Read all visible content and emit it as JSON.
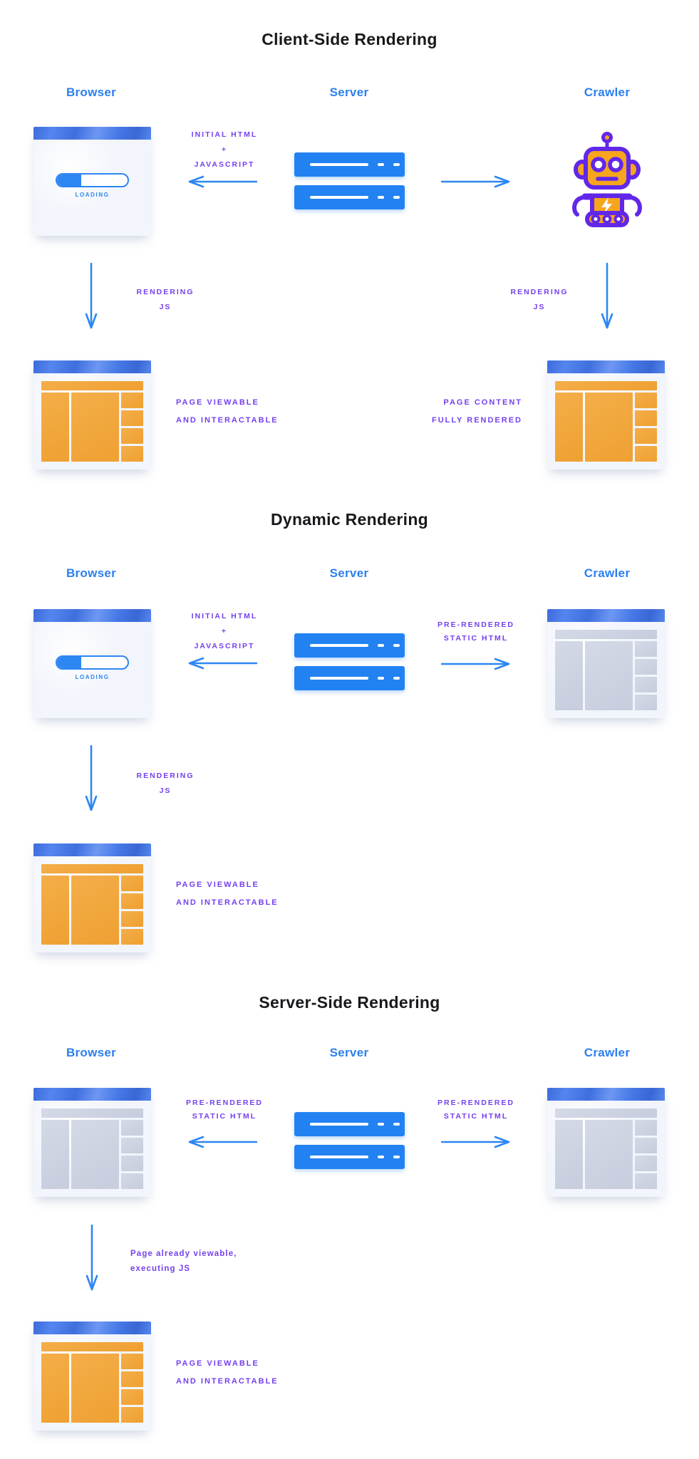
{
  "palette": {
    "heading_text": "#17191c",
    "column_label_blue": "#2b7ff0",
    "arrow_blue": "#2e86f2",
    "label_purple": "#7440ee",
    "server_blue": "#2382f2",
    "titlebar_blue": "#4577e6",
    "window_body": "#f2f5fc",
    "page_block_orange": "#f2a73e",
    "page_block_gray": "#ced4e4",
    "robot_purple": "#6127e8",
    "robot_orange": "#f6a51e"
  },
  "sections": [
    {
      "title": "Client-Side Rendering",
      "columns": {
        "browser": "Browser",
        "server": "Server",
        "crawler": "Crawler"
      },
      "loading_text": "LOADING",
      "labels": {
        "server_to_browser": {
          "line1": "INITIAL HTML",
          "line2": "+",
          "line3": "JAVASCRIPT"
        },
        "browser_rendering": {
          "line1": "RENDERING",
          "line2": "JS"
        },
        "crawler_rendering": {
          "line1": "RENDERING",
          "line2": "JS"
        },
        "browser_outcome": {
          "line1": "PAGE VIEWABLE",
          "line2": "AND INTERACTABLE"
        },
        "crawler_outcome": {
          "line1": "PAGE CONTENT",
          "line2": "FULLY RENDERED"
        }
      }
    },
    {
      "title": "Dynamic Rendering",
      "columns": {
        "browser": "Browser",
        "server": "Server",
        "crawler": "Crawler"
      },
      "loading_text": "LOADING",
      "labels": {
        "server_to_browser": {
          "line1": "INITIAL HTML",
          "line2": "+",
          "line3": "JAVASCRIPT"
        },
        "server_to_crawler": {
          "line1": "PRE-RENDERED",
          "line2": "STATIC HTML"
        },
        "browser_rendering": {
          "line1": "RENDERING",
          "line2": "JS"
        },
        "browser_outcome": {
          "line1": "PAGE VIEWABLE",
          "line2": "AND INTERACTABLE"
        }
      }
    },
    {
      "title": "Server-Side Rendering",
      "columns": {
        "browser": "Browser",
        "server": "Server",
        "crawler": "Crawler"
      },
      "labels": {
        "server_to_browser": {
          "line1": "PRE-RENDERED",
          "line2": "STATIC HTML"
        },
        "server_to_crawler": {
          "line1": "PRE-RENDERED",
          "line2": "STATIC HTML"
        },
        "browser_down": {
          "line1": "Page already viewable,",
          "line2": "executing JS"
        },
        "browser_outcome": {
          "line1": "PAGE VIEWABLE",
          "line2": "AND INTERACTABLE"
        }
      }
    }
  ]
}
